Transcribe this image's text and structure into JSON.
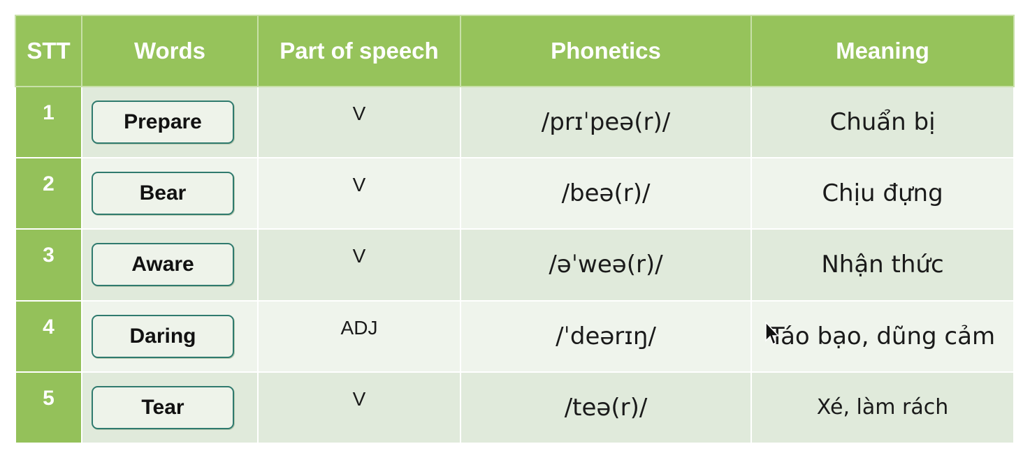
{
  "table": {
    "headers": [
      "STT",
      "Words",
      "Part of speech",
      "Phonetics",
      "Meaning"
    ],
    "rows": [
      {
        "stt": "1",
        "word": "Prepare",
        "pos": "V",
        "phonetic": "/prɪˈpeə(r)/",
        "meaning": "Chuẩn bị"
      },
      {
        "stt": "2",
        "word": "Bear",
        "pos": "V",
        "phonetic": "/beə(r)/",
        "meaning": "Chịu đựng"
      },
      {
        "stt": "3",
        "word": "Aware",
        "pos": "V",
        "phonetic": "/əˈweə(r)/",
        "meaning": "Nhận thức"
      },
      {
        "stt": "4",
        "word": "Daring",
        "pos": "ADJ",
        "phonetic": "/ˈdeərɪŋ/",
        "meaning": "Táo bạo, dũng cảm"
      },
      {
        "stt": "5",
        "word": "Tear",
        "pos": "V",
        "phonetic": "/teə(r)/",
        "meaning": "Xé, làm rách"
      }
    ]
  },
  "colors": {
    "header_bg": "#96c35b",
    "stt_bg": "#94c15a",
    "row_odd": "#e0eadb",
    "row_even": "#eff4ec",
    "button_border": "#2f7a6e"
  },
  "icons": {
    "cursor": "mouse-pointer-icon"
  }
}
